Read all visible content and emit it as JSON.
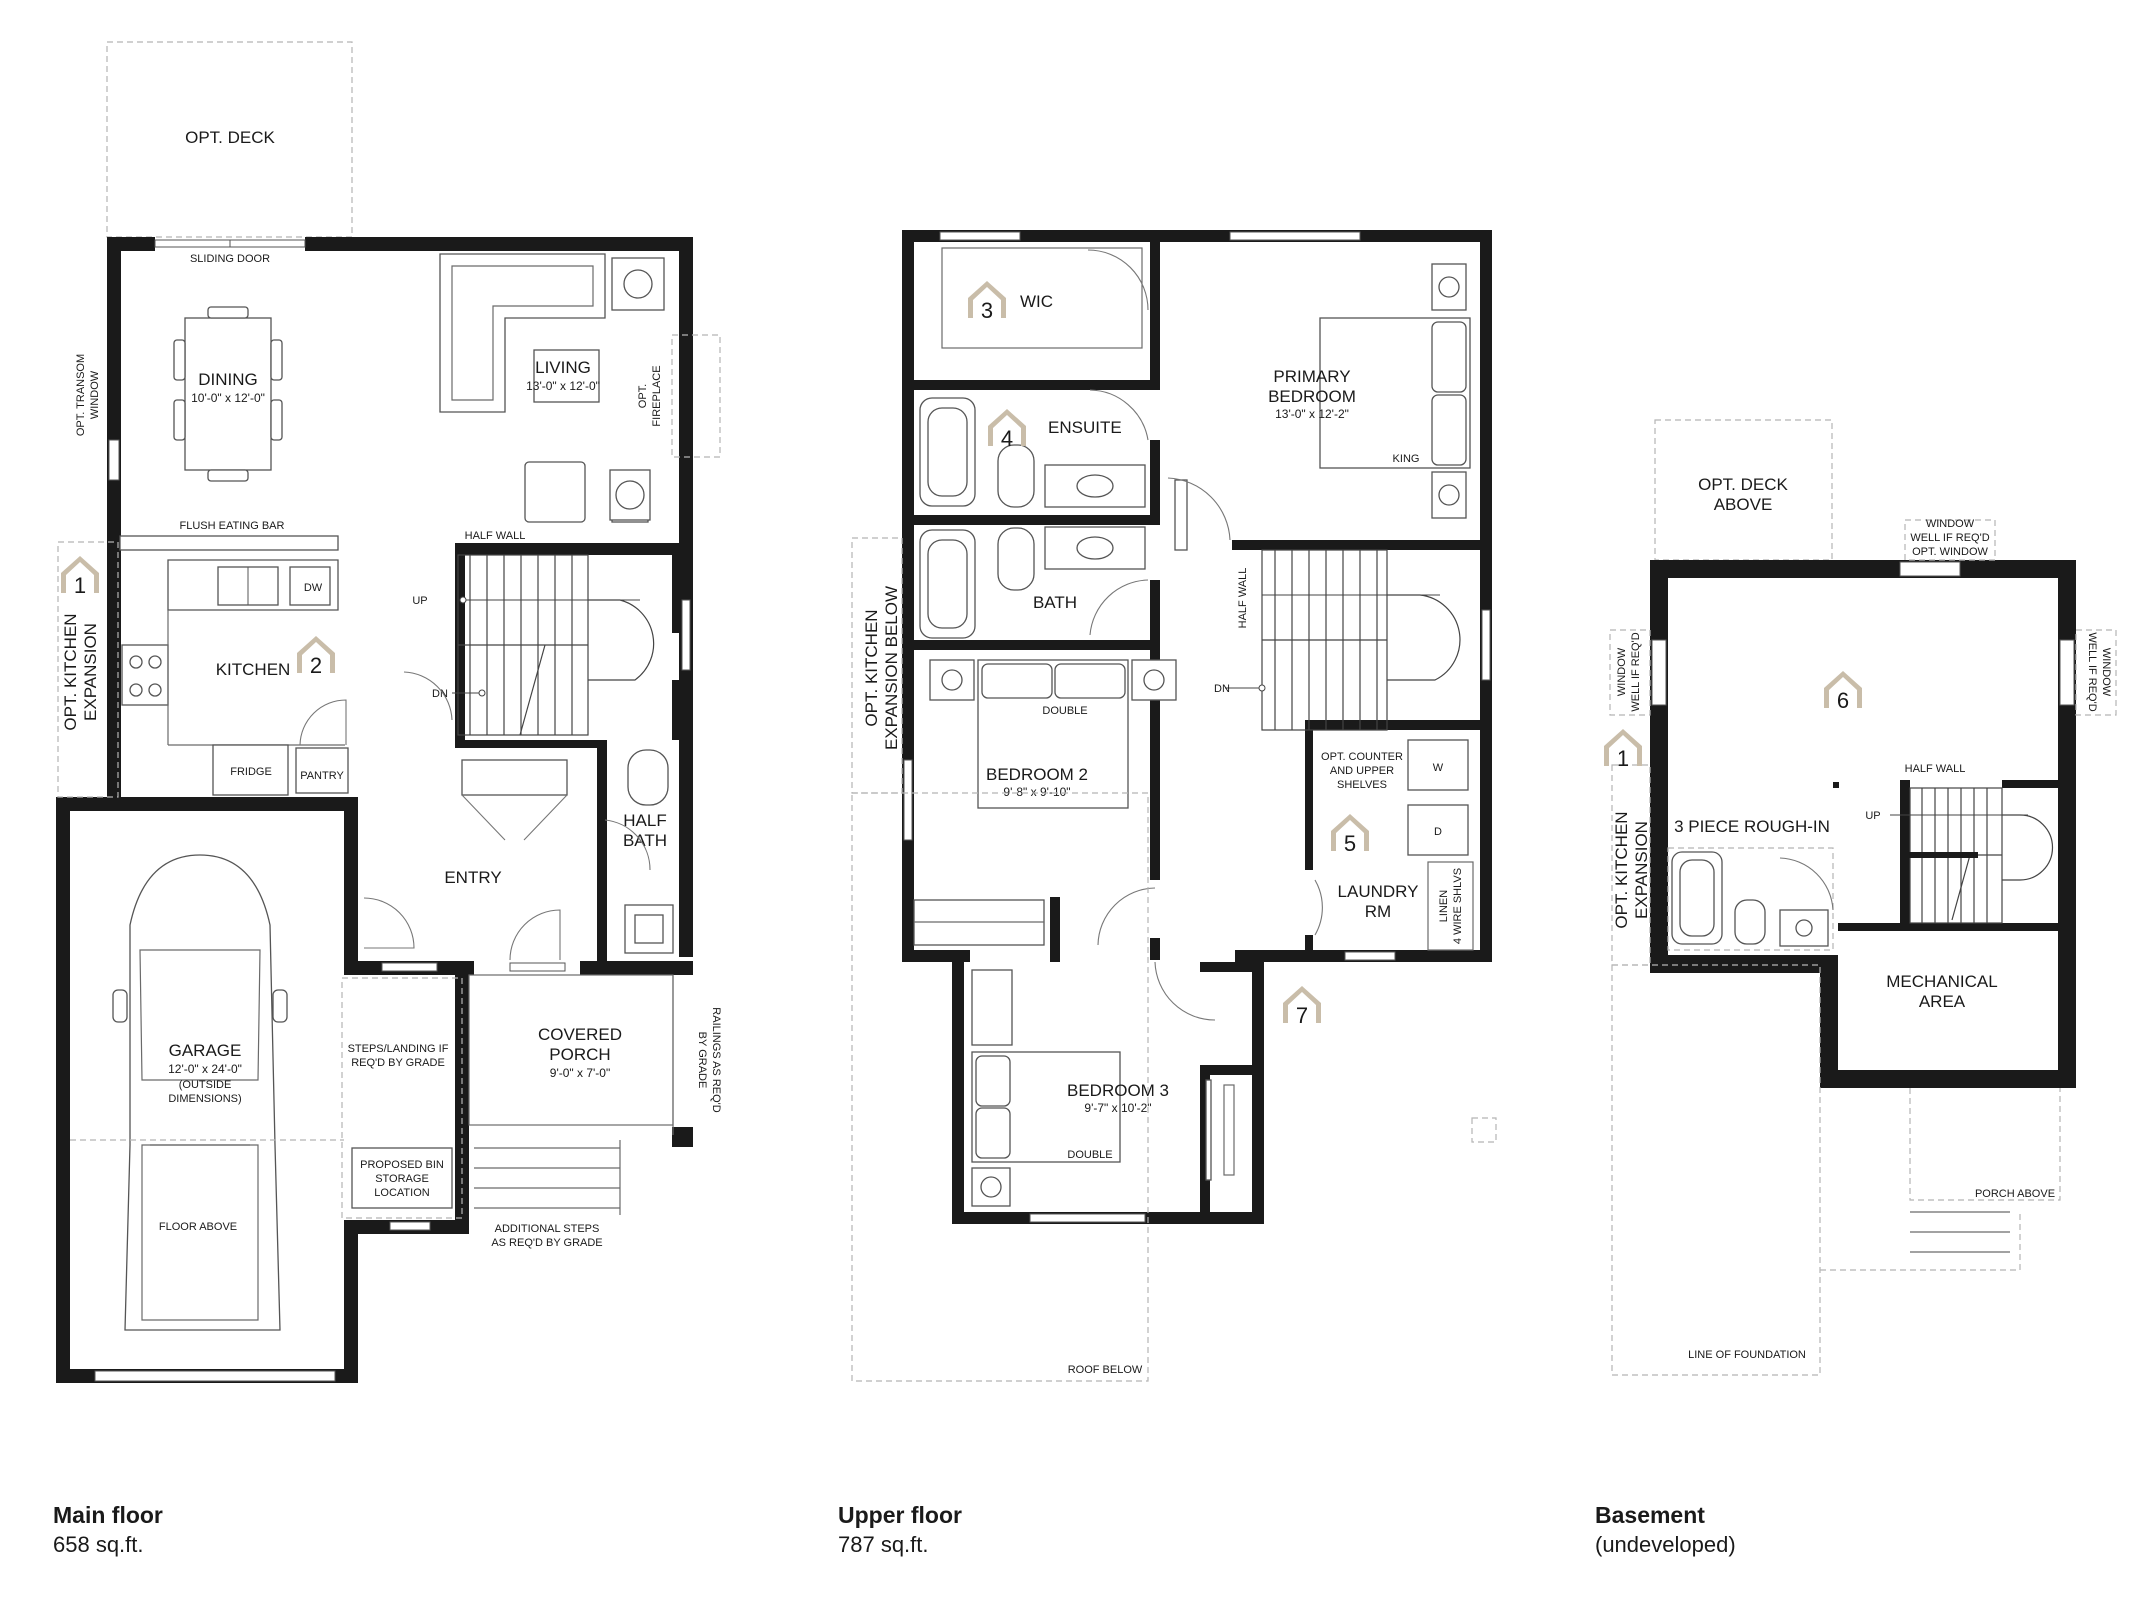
{
  "main_floor": {
    "caption_title": "Main floor",
    "caption_sub": "658 sq.ft.",
    "labels": {
      "opt_deck": "OPT. DECK",
      "sliding_door": "SLIDING DOOR",
      "opt_transom_1": "OPT. TRANSOM",
      "opt_transom_2": "WINDOW",
      "dining": "DINING",
      "dining_dim": "10'-0\" x 12'-0\"",
      "living": "LIVING",
      "living_dim": "13'-0\" x 12'-0\"",
      "opt_fireplace_1": "OPT.",
      "opt_fireplace_2": "FIREPLACE",
      "flush_eating_bar": "FLUSH EATING BAR",
      "half_wall": "HALF WALL",
      "dw": "DW",
      "up": "UP",
      "dn": "DN",
      "kitchen": "KITCHEN",
      "opt_kitchen_1": "OPT. KITCHEN",
      "opt_kitchen_2": "EXPANSION",
      "fridge": "FRIDGE",
      "pantry": "PANTRY",
      "entry": "ENTRY",
      "half_bath_1": "HALF",
      "half_bath_2": "BATH",
      "garage": "GARAGE",
      "garage_dim": "12'-0\" x 24'-0\"",
      "garage_note_1": "(OUTSIDE",
      "garage_note_2": "DIMENSIONS)",
      "steps_1": "STEPS/LANDING IF",
      "steps_2": "REQ'D BY GRADE",
      "covered_1": "COVERED",
      "covered_2": "PORCH",
      "covered_dim": "9'-0\" x 7'-0\"",
      "railings_1": "RAILINGS AS REQ'D",
      "railings_2": "BY GRADE",
      "bin_1": "PROPOSED BIN",
      "bin_2": "STORAGE",
      "bin_3": "LOCATION",
      "floor_above": "FLOOR ABOVE",
      "add_steps_1": "ADDITIONAL STEPS",
      "add_steps_2": "AS REQ'D BY GRADE"
    },
    "badges": {
      "b1": "1",
      "b2": "2"
    }
  },
  "upper_floor": {
    "caption_title": "Upper floor",
    "caption_sub": "787 sq.ft.",
    "labels": {
      "wic": "WIC",
      "primary_1": "PRIMARY",
      "primary_2": "BEDROOM",
      "primary_dim": "13'-0\" x 12'-2\"",
      "king": "KING",
      "ensuite": "ENSUITE",
      "bath": "BATH",
      "half_wall": "HALF WALL",
      "dn": "DN",
      "opt_kitchen_1": "OPT. KITCHEN",
      "opt_kitchen_2": "EXPANSION BELOW",
      "double": "DOUBLE",
      "bedroom2": "BEDROOM 2",
      "bedroom2_dim": "9'-8\" x 9'-10\"",
      "counter_1": "OPT. COUNTER",
      "counter_2": "AND UPPER",
      "counter_3": "SHELVES",
      "w": "W",
      "d": "D",
      "laundry_1": "LAUNDRY",
      "laundry_2": "RM",
      "linen_1": "LINEN",
      "linen_2": "4 WIRE SHLVS",
      "bedroom3": "BEDROOM 3",
      "bedroom3_dim": "9'-7\" x 10'-2\"",
      "double3": "DOUBLE",
      "roof_below": "ROOF BELOW"
    },
    "badges": {
      "b3": "3",
      "b4": "4",
      "b5": "5",
      "b7": "7"
    }
  },
  "basement": {
    "caption_title": "Basement",
    "caption_sub": "(undeveloped)",
    "labels": {
      "opt_deck_1": "OPT. DECK",
      "opt_deck_2": "ABOVE",
      "window_top_1": "WINDOW",
      "window_top_2": "WELL IF REQ'D",
      "window_top_3": "OPT. WINDOW",
      "window_left_1": "WINDOW",
      "window_left_2": "WELL IF REQ'D",
      "window_right_1": "WINDOW",
      "window_right_2": "WELL IF REQ'D",
      "half_wall": "HALF WALL",
      "up": "UP",
      "rough_in": "3 PIECE ROUGH-IN",
      "opt_kitchen_1": "OPT. KITCHEN",
      "opt_kitchen_2": "EXPANSION",
      "mech_1": "MECHANICAL",
      "mech_2": "AREA",
      "porch_above": "PORCH ABOVE",
      "line_of_foundation": "LINE OF FOUNDATION"
    },
    "badges": {
      "b1": "1",
      "b6": "6"
    }
  },
  "colors": {
    "wall": "#1a1a1a",
    "badge": "#c9bda9"
  }
}
